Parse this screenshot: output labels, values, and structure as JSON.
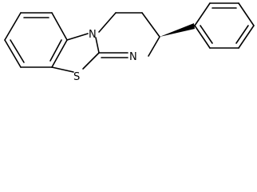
{
  "molecule": {
    "atom_labels": {
      "ring_nitrogen": "N",
      "imine_nitrogen": "N",
      "sulfur": "S"
    },
    "colors": {
      "bond": "#000000",
      "background": "#ffffff"
    }
  }
}
